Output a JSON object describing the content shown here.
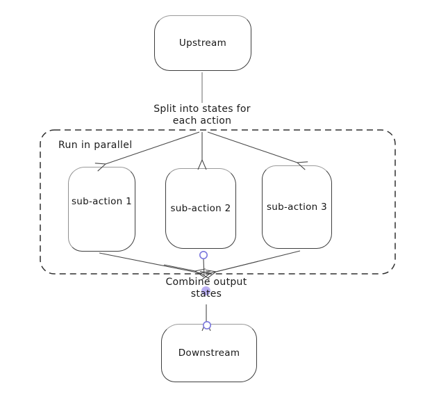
{
  "diagram": {
    "nodes": {
      "upstream": {
        "label": "Upstream"
      },
      "sub_action_1": {
        "label": "sub-action 1"
      },
      "sub_action_2": {
        "label": "sub-action 2"
      },
      "sub_action_3": {
        "label": "sub-action 3"
      },
      "downstream": {
        "label": "Downstream"
      }
    },
    "group": {
      "label": "Run in parallel"
    },
    "edge_labels": {
      "split": {
        "line1": "Split into states for",
        "line2": "each action"
      },
      "combine": {
        "line1": "Combine output",
        "line2": "states"
      }
    },
    "colors": {
      "background": "#ffffff",
      "node_stroke": "#3d3d3d",
      "group_border": "#2f2f2f",
      "arrow_stroke": "#474747",
      "upstream_connector": "#9b9b9b",
      "text": "#1a1a1a",
      "binding_circle_stroke": "#7a77dd",
      "midpoint_dot_fill": "#b6abf2"
    }
  }
}
